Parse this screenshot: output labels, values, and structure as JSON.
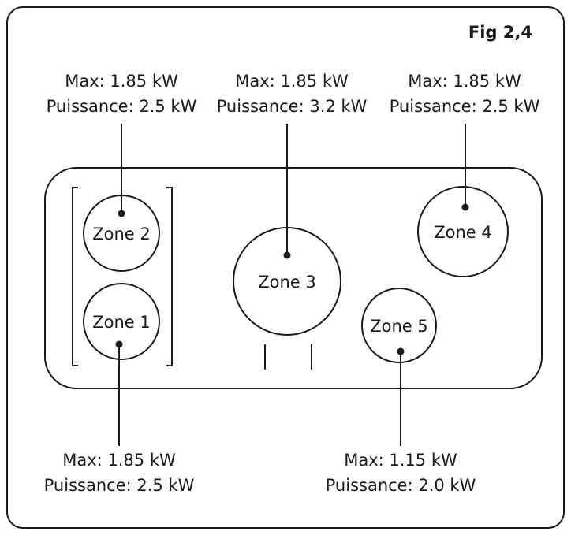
{
  "figure_label": "Fig 2,4",
  "zones": [
    {
      "id": "zone-1",
      "label": "Zone 1",
      "max": "Max: 1.85 kW",
      "power": "Puissance: 2.5 kW"
    },
    {
      "id": "zone-2",
      "label": "Zone 2",
      "max": "Max: 1.85 kW",
      "power": "Puissance: 2.5 kW"
    },
    {
      "id": "zone-3",
      "label": "Zone 3",
      "max": "Max: 1.85 kW",
      "power": "Puissance: 3.2 kW"
    },
    {
      "id": "zone-4",
      "label": "Zone 4",
      "max": "Max: 1.85 kW",
      "power": "Puissance: 2.5 kW"
    },
    {
      "id": "zone-5",
      "label": "Zone 5",
      "max": "Max: 1.15 kW",
      "power": "Puissance: 2.0 kW"
    }
  ]
}
